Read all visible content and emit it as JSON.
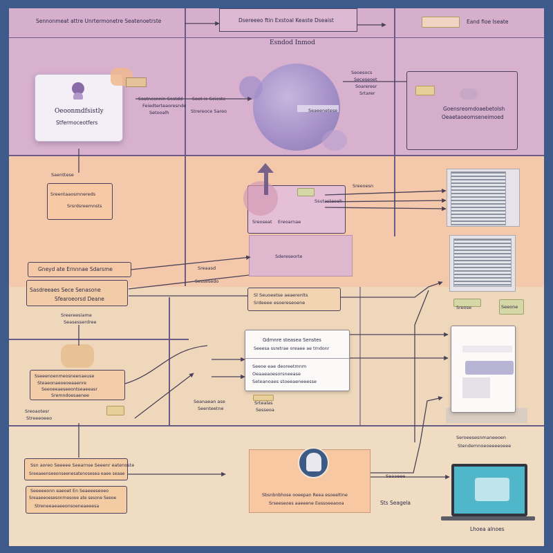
{
  "top_left_banner": "Sennonmeat attre Unrtermonetre Seatenoetrste",
  "top_center_banner": "Dsereeeo ftin Exstoal Keaste Dseaist",
  "top_right_banner": "Eand fioe Iseate",
  "center_heading": "Esndod Inmod",
  "community_card": {
    "title": "Oeoonmdfsistly",
    "subtitle": "Stfermoceotfers"
  },
  "upper_left_wires": [
    "Ssatnesnnin Sestdd",
    "Feiedterteaoresnde",
    "Setooalh"
  ],
  "upper_middle_wires": [
    "Saot ie Seieste",
    "Strereoce Sareo"
  ],
  "cluster_labels": [
    "Seoesocs",
    "Seceseoet",
    "Soareresr",
    "Srtarer"
  ],
  "sphere_caption": "Seaeenetese",
  "right_card": {
    "line1": "Goensreomdoaebetolsh",
    "line2": "Oeaetaoeomseneimoed"
  },
  "left_peach_box": [
    "Sreentaaosmnereds",
    "Srsrdsreemnsts"
  ],
  "box_top_label": "Saenttese",
  "stack_labels": [
    "Sreeoesn",
    "Ssutasteoeh",
    "Sreoseat",
    "Ereoarnae",
    "Sdereseorte"
  ],
  "middle_row_labels": [
    "Sreaasd",
    "Sessesedo"
  ],
  "left_outline_1": [
    "Gneyd ate Ernnnae Sdarsme"
  ],
  "left_outline_2": [
    "Sasdreeaes Sece Senasone",
    "Sfearoeorsd Deane"
  ],
  "caption_mid_left": [
    "Sreereesiame",
    "Seasesserdree"
  ],
  "query_box": [
    "Sl Seuoeetse aeaerenlts",
    "Srdeeee esoereseoene"
  ],
  "tags_right": [
    "Sreose",
    "Seeone"
  ],
  "white_box": [
    "Gdmnre steasea Senstes",
    "Seeesa ssretrae oreaee ae trndonr"
  ],
  "white_box_list": [
    "Seeoe eae deoreetmnm",
    "Oeaaeaoesorsneease",
    "Seteanoaes stoeeaeneeesse"
  ],
  "caption_below_white": [
    "Seanaean ase",
    "Seenteetne"
  ],
  "caption_under_white_2": [
    "Srtealas",
    "Sesseoa"
  ],
  "left_box_3": [
    "Sseeenoenmeosneenaeuse",
    "Steaeonaeoeoeaaenre",
    "Seeoeeaeseeontseaeeasr",
    "Sremndoesaenee"
  ],
  "left_small_caption": [
    "Sreoaotesr",
    "Streeeoeeo"
  ],
  "right_caption_bottom": [
    "Seroeesesnmaneeoen",
    "Stendemnoeoeeeeoeee"
  ],
  "bottom_left_box_a": [
    "Ssn aoreo Seeeee Seearnse Seeenr eatenoste",
    "Sreeaeenseeonseenesatenosesea eaee seaae"
  ],
  "bottom_left_box_b": [
    "Seeeeeonn eaeoet En Seaeeeseoeo",
    "Sreaaeeoesesonrnesooe ate sesone Seeoe",
    "Streneeaeaeeonsoeneaeeesa"
  ],
  "center_bottom_box": [
    "Sbsnbnbhose ooeepan Reea esoeeltine",
    "Srseeseoes aaeeene Eessoeeaooa"
  ],
  "bottom_middle_label": "Seaaeee",
  "bottom_right_label": "Sts Seagela",
  "laptop_caption": "Lhoea alnoes"
}
